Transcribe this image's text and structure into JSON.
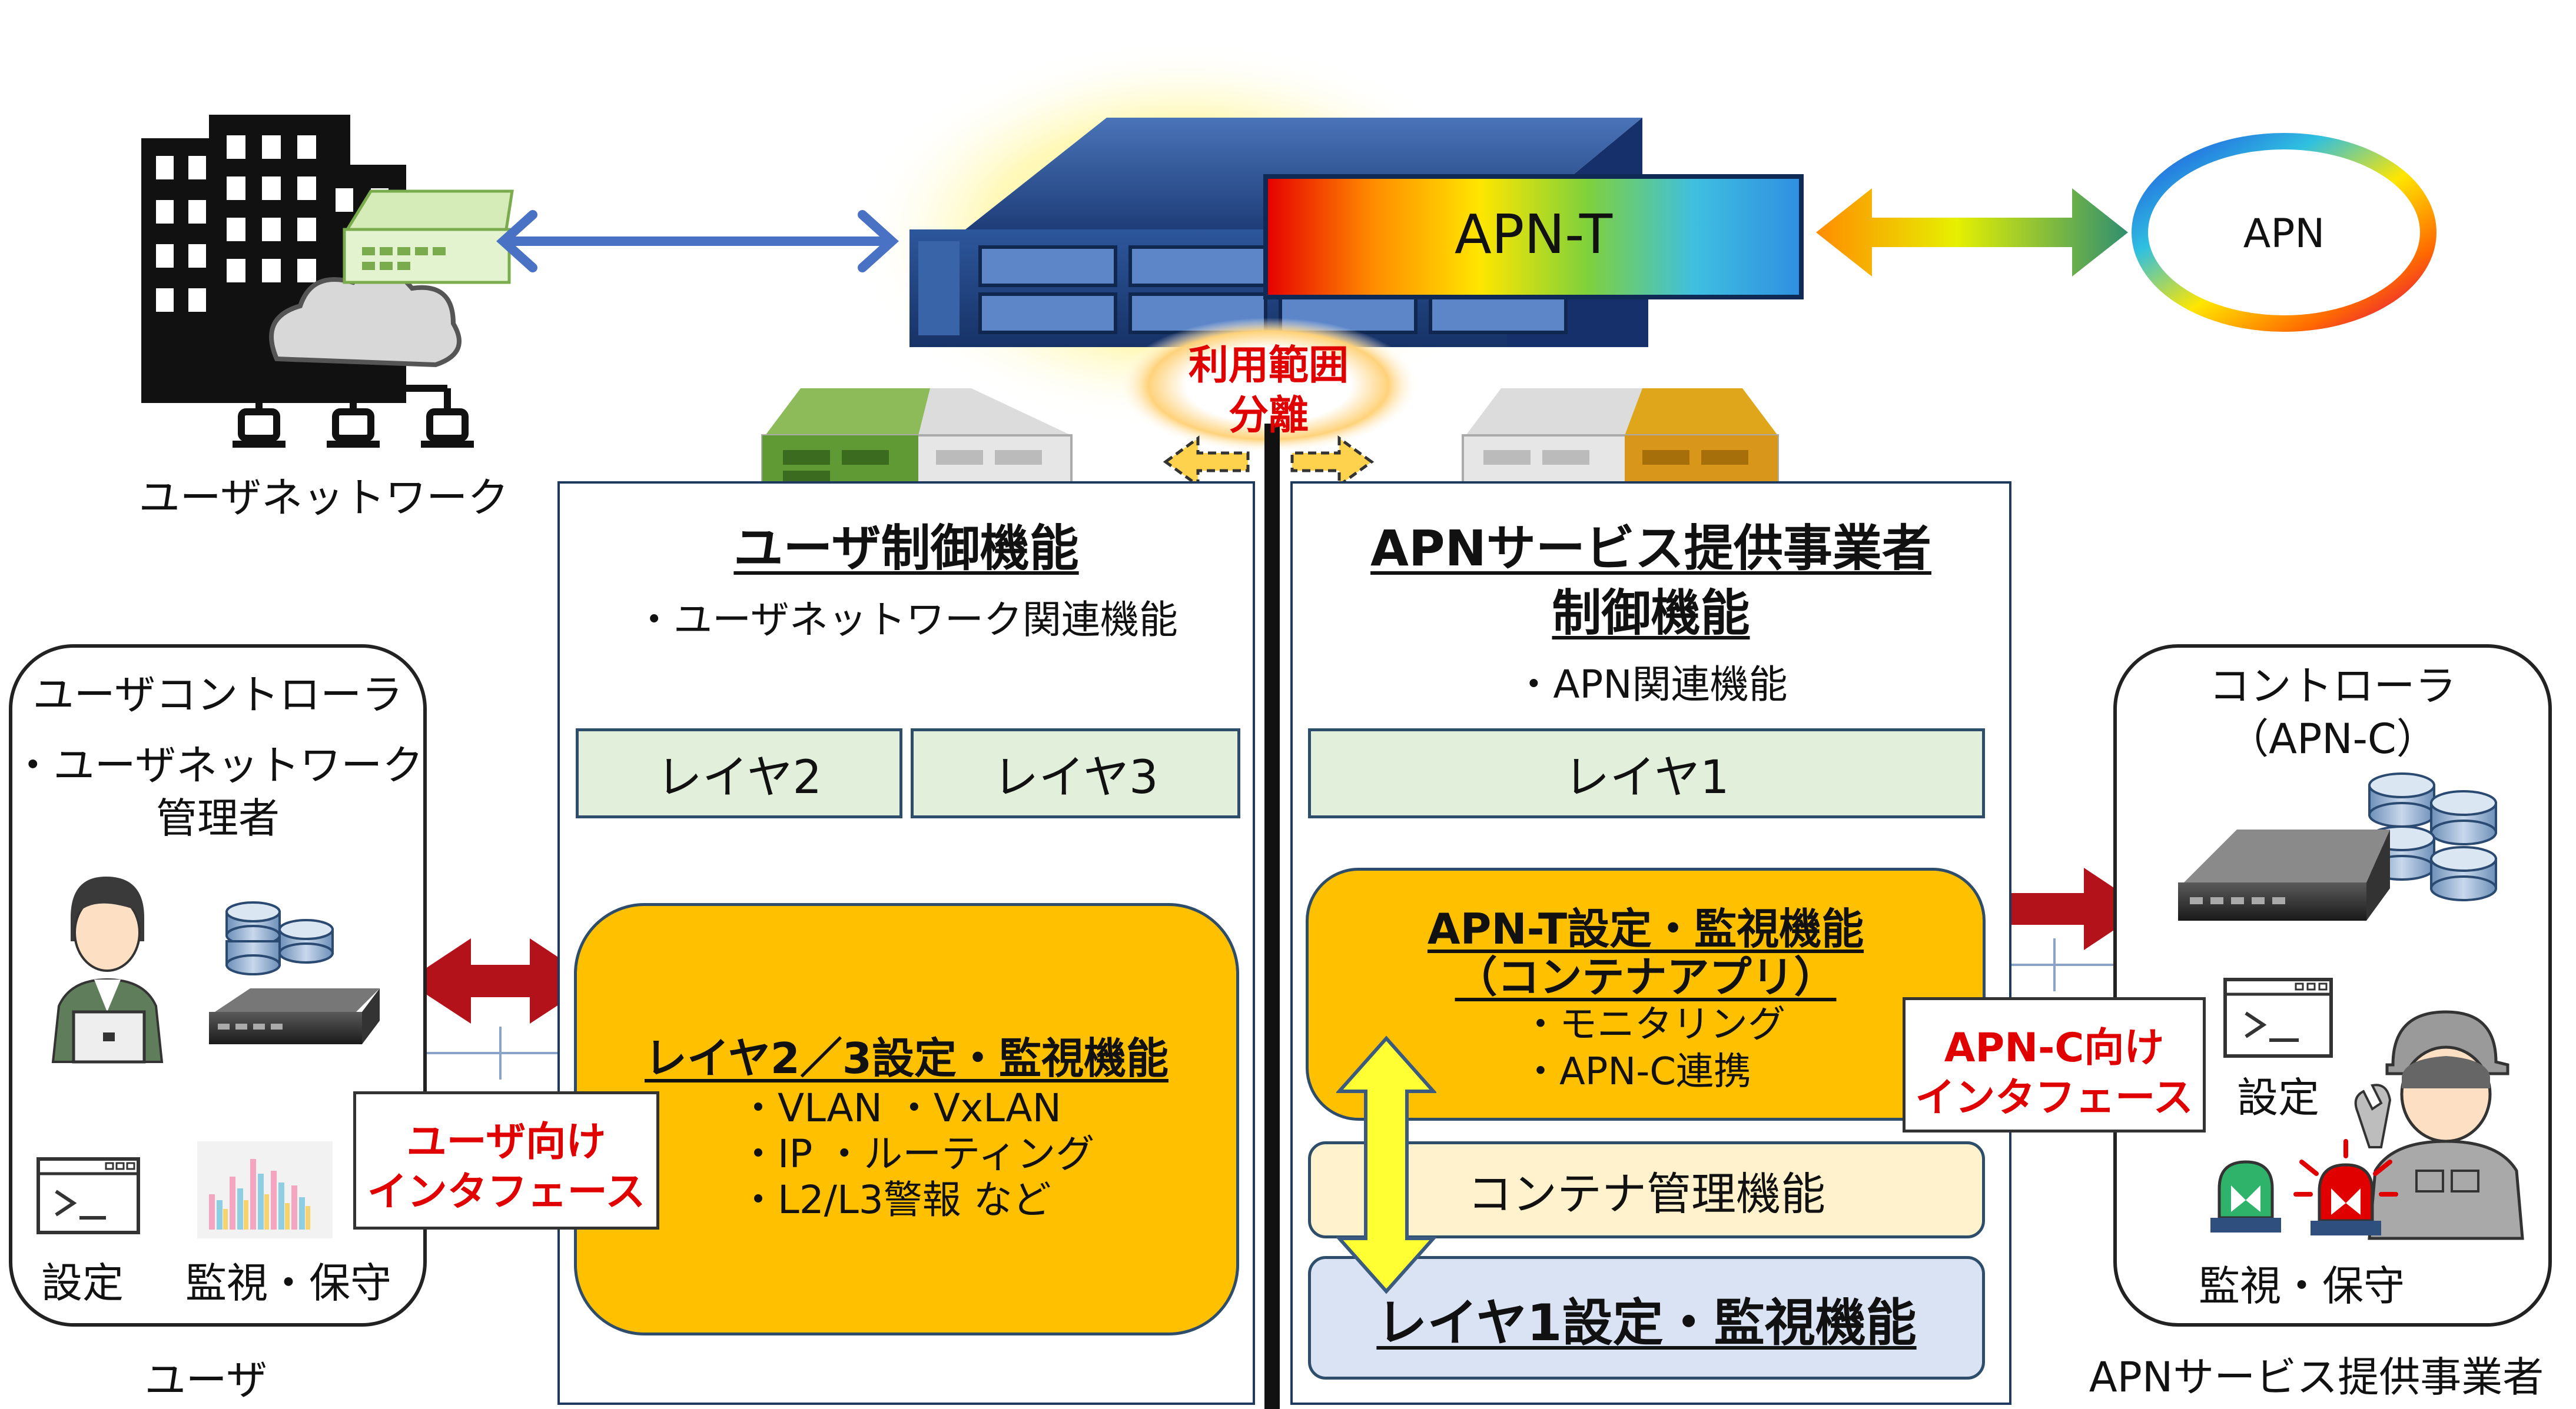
{
  "top": {
    "apnt_label": "APN-T",
    "apn_label": "APN",
    "user_network_label": "ユーザネットワーク",
    "separation_line1": "利用範囲",
    "separation_line2": "分離"
  },
  "user_control": {
    "title": "ユーザ制御機能",
    "bullet": "・ユーザネットワーク関連機能",
    "layers": [
      "レイヤ2",
      "レイヤ3"
    ],
    "settings_title": "レイヤ2／3設定・監視機能",
    "settings_items": [
      "・VLAN ・VxLAN",
      "・IP ・ルーティング",
      "・L2/L3警報 など"
    ]
  },
  "apn_control": {
    "title_line1": "APNサービス提供事業者",
    "title_line2": "制御機能",
    "bullet": "・APN関連機能",
    "layers": [
      "レイヤ1"
    ],
    "apnt_settings_line1": "APN-T設定・監視機能",
    "apnt_settings_line2": "（コンテナアプリ）",
    "apnt_settings_items": [
      "・モニタリング",
      "・APN-C連携"
    ],
    "container_mgmt": "コンテナ管理機能",
    "layer1_settings": "レイヤ1設定・監視機能"
  },
  "user_controller": {
    "title": "ユーザコントローラ",
    "bullet_line1": "・ユーザネットワーク",
    "bullet_line2": "管理者",
    "settings": "設定",
    "monitor": "監視・保守",
    "caption": "ユーザ"
  },
  "apn_controller": {
    "title_line1": "コントローラ",
    "title_line2": "（APN-C）",
    "settings": "設定",
    "monitor": "監視・保守",
    "caption": "APNサービス提供事業者"
  },
  "interfaces": {
    "user_if_line1": "ユーザ向け",
    "user_if_line2": "インタフェース",
    "apnc_if_line1": "APN-C向け",
    "apnc_if_line2": "インタフェース"
  },
  "colors": {
    "accent_red": "#e00000",
    "orange_box": "#ffc000",
    "layer_green": "#e2efda",
    "container_beige": "#fff2cc",
    "layer1_blue": "#dae3f3"
  }
}
